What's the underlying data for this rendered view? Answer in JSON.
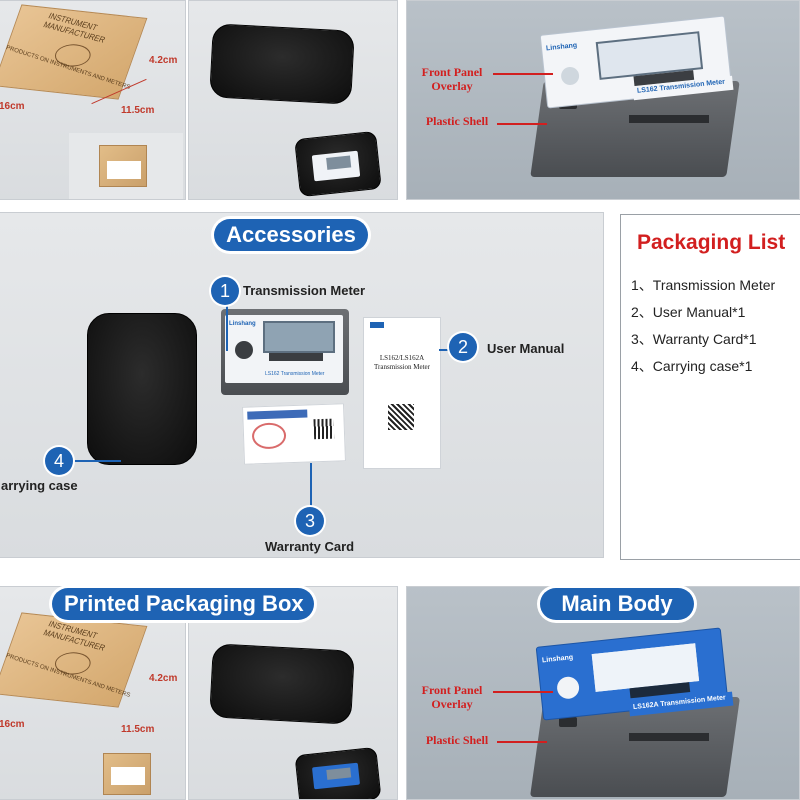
{
  "top": {
    "box_top_text1": "INSTRUMENT",
    "box_top_text2": "MANUFACTURER",
    "box_side_text": "PRODUCTS ON INSTRUMENTS AND METERS",
    "dim_height": "4.2cm",
    "dim_length": "16cm",
    "dim_width": "11.5cm",
    "front_panel_label": "Front Panel Overlay",
    "plastic_shell_label": "Plastic Shell",
    "overlay_brand": "Linshang",
    "overlay_model": "LS162 Transmission Meter"
  },
  "accessories": {
    "title": "Accessories",
    "items": [
      {
        "num": "1",
        "label": "Transmission Meter"
      },
      {
        "num": "2",
        "label": "User Manual"
      },
      {
        "num": "3",
        "label": "Warranty Card"
      },
      {
        "num": "4",
        "label": "arrying case"
      }
    ],
    "meter_brand": "Linshang",
    "meter_model": "LS162 Transmission Meter",
    "manual_title": "LS162/LS162A Transmission Meter"
  },
  "packaging_list": {
    "title": "Packaging List",
    "items": [
      "1、Transmission Meter",
      "2、User Manual*1",
      "3、Warranty Card*1",
      "4、Carrying case*1"
    ]
  },
  "printed_box": {
    "title": "Printed Packaging Box",
    "box_top_text1": "INSTRUMENT",
    "box_top_text2": "MANUFACTURER",
    "box_side_text": "PRODUCTS ON INSTRUMENTS AND METERS",
    "dim_height": "4.2cm",
    "dim_length": "16cm",
    "dim_width": "11.5cm"
  },
  "main_body": {
    "title": "Main Body",
    "front_panel_label": "Front Panel Overlay",
    "plastic_shell_label": "Plastic Shell",
    "overlay_brand": "Linshang",
    "overlay_model": "LS162A Transmission Meter",
    "overlay_color": "#2a6fd0"
  }
}
